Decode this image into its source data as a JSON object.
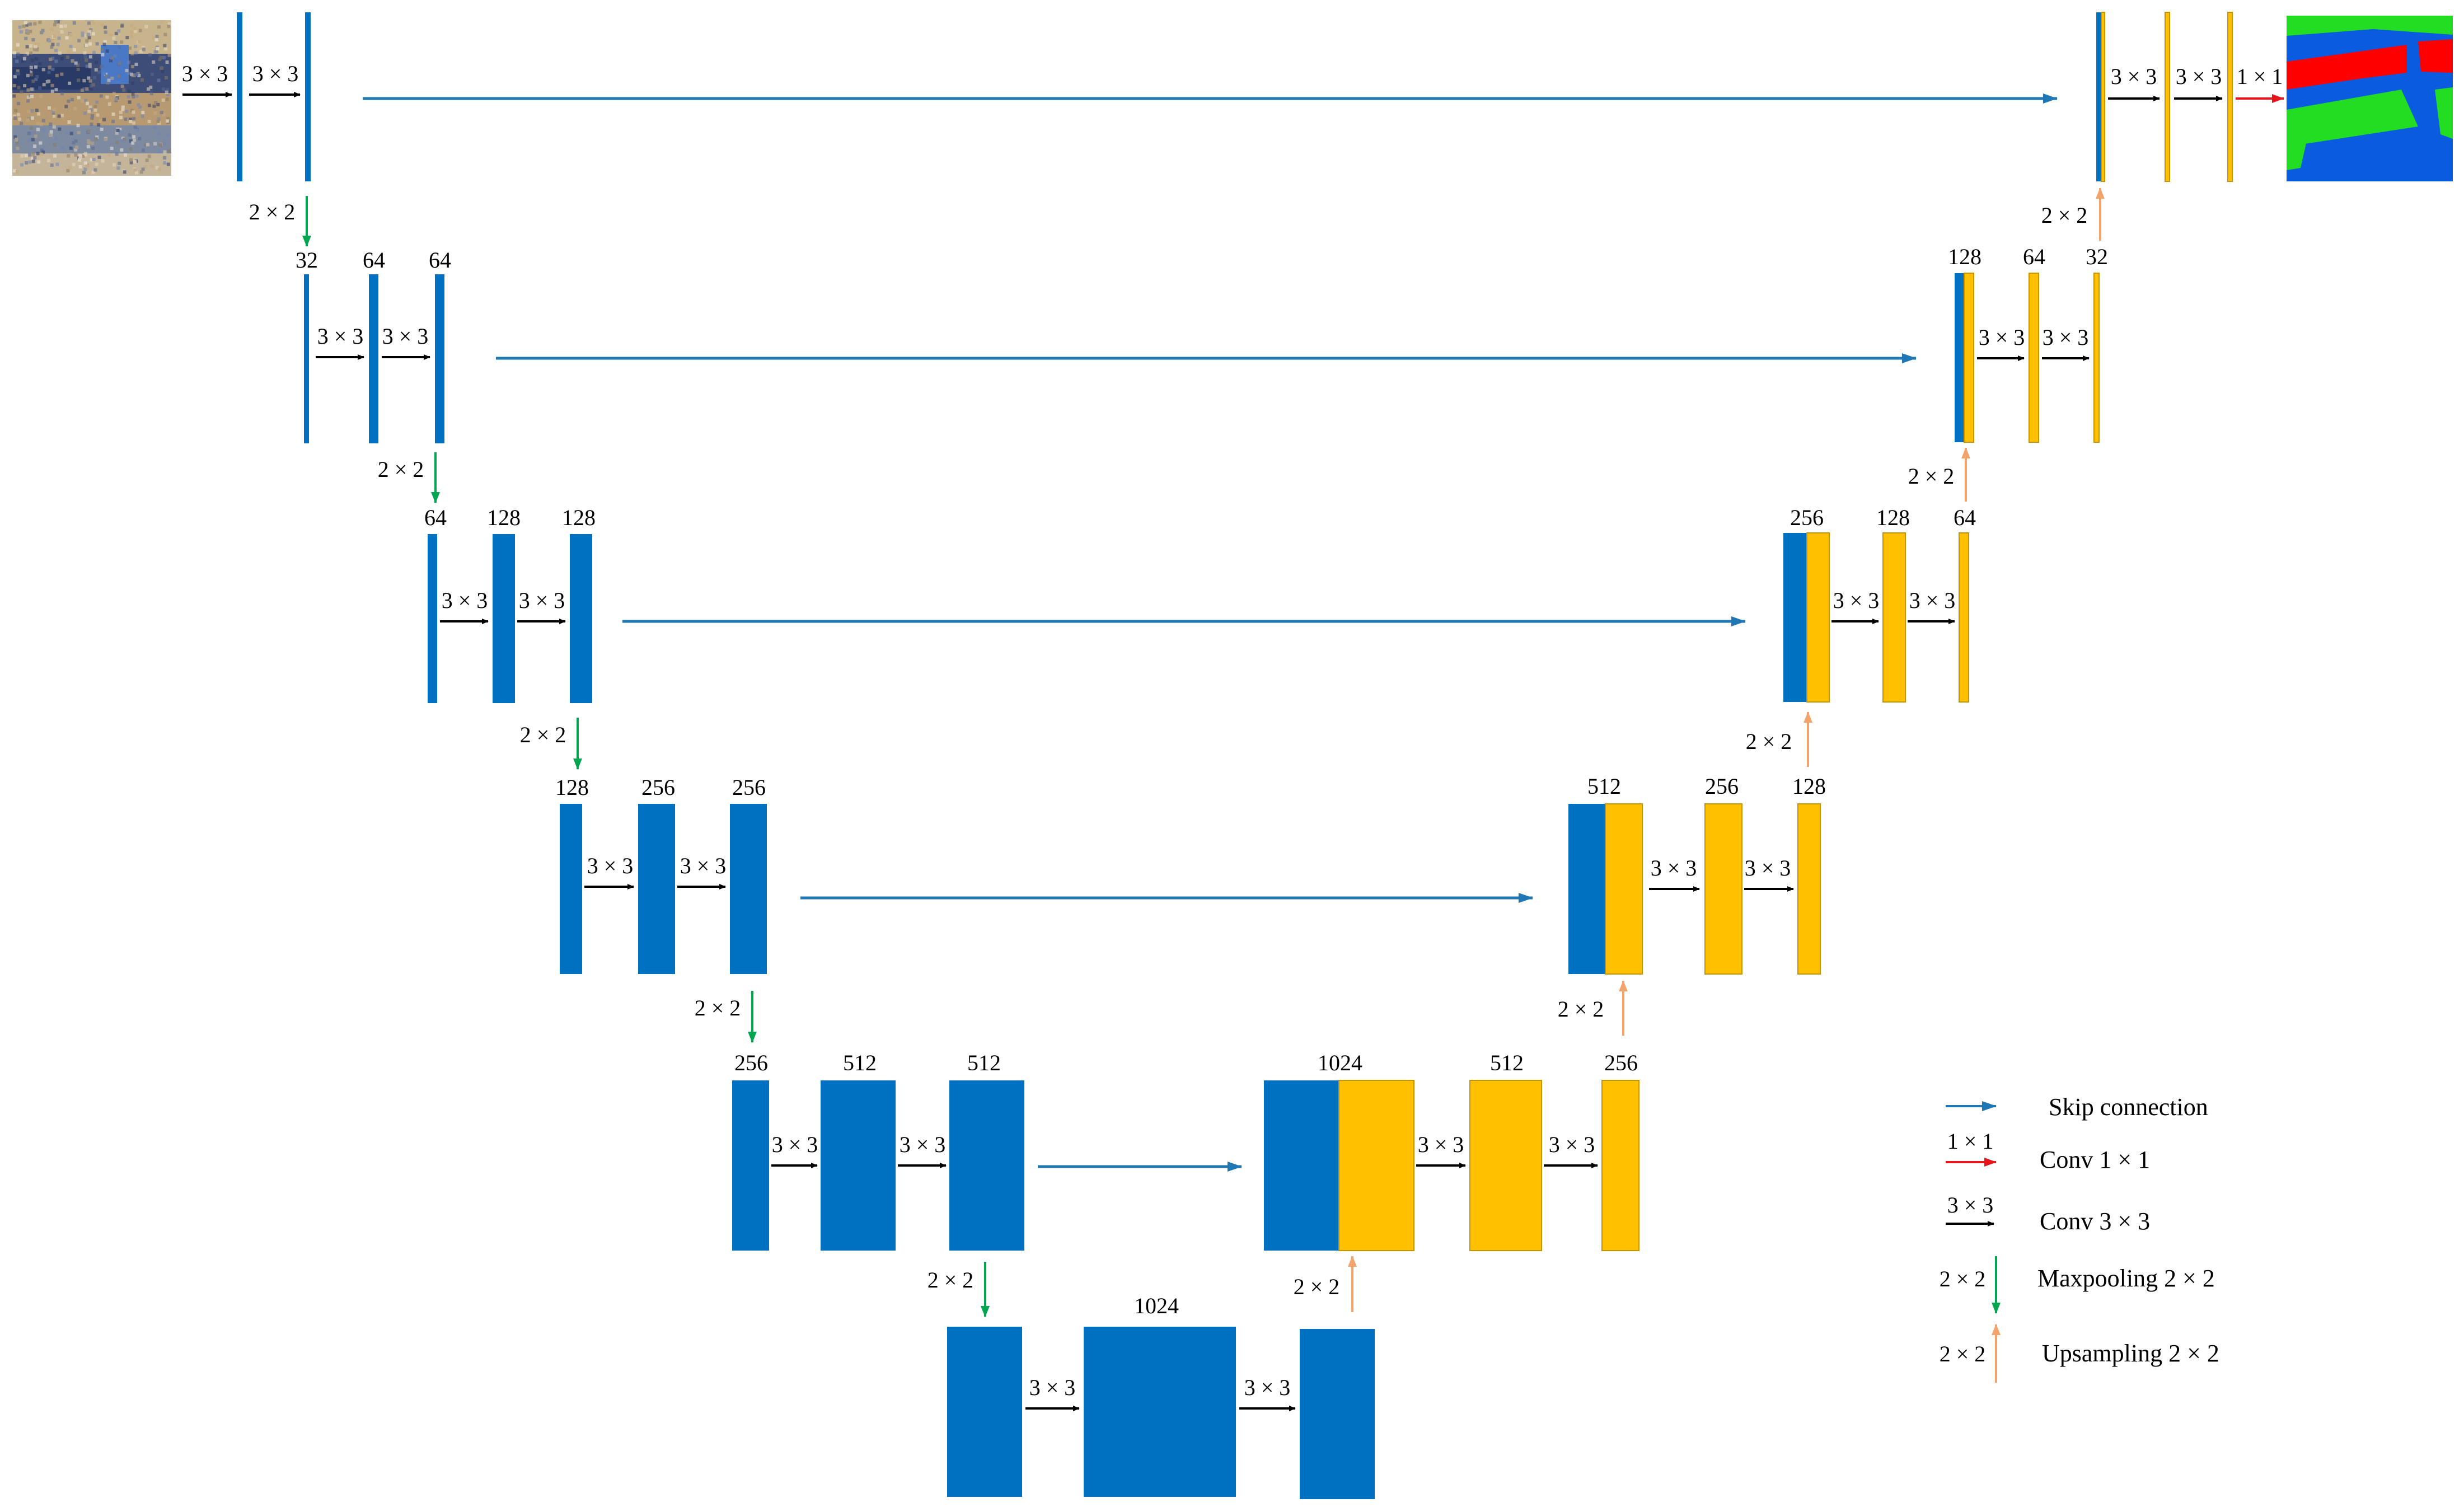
{
  "colors": {
    "encoder": "#0070C0",
    "decoder": "#FFC000",
    "skip": "#1F77B4",
    "conv1": "#E8141C",
    "conv3": "#000000",
    "pool": "#00A650",
    "up": "#F4A46A",
    "seg_green": "#22DD22",
    "seg_red": "#FF0000",
    "seg_blue": "#0A5BE0"
  },
  "ops": {
    "conv3": "3 × 3",
    "conv1": "1 × 1",
    "pool": "2 × 2",
    "up": "2 × 2"
  },
  "channels": {
    "l2_enc": [
      "32",
      "64",
      "64"
    ],
    "l3_enc": [
      "64",
      "128",
      "128"
    ],
    "l4_enc": [
      "128",
      "256",
      "256"
    ],
    "l5_enc": [
      "256",
      "512",
      "512"
    ],
    "bottom": "1024",
    "l5_dec": [
      "1024",
      "512",
      "256"
    ],
    "l4_dec": [
      "512",
      "256",
      "128"
    ],
    "l3_dec": [
      "256",
      "128",
      "64"
    ],
    "l2_dec": [
      "128",
      "64",
      "32"
    ]
  },
  "legend": {
    "skip": "Skip connection",
    "conv1_tag": "1 × 1",
    "conv1": "Conv 1 × 1",
    "conv3_tag": "3 × 3",
    "conv3": "Conv 3 × 3",
    "pool_tag": "2 × 2",
    "pool": "Maxpooling 2 × 2",
    "up_tag": "2 × 2",
    "up": "Upsampling 2 × 2"
  }
}
